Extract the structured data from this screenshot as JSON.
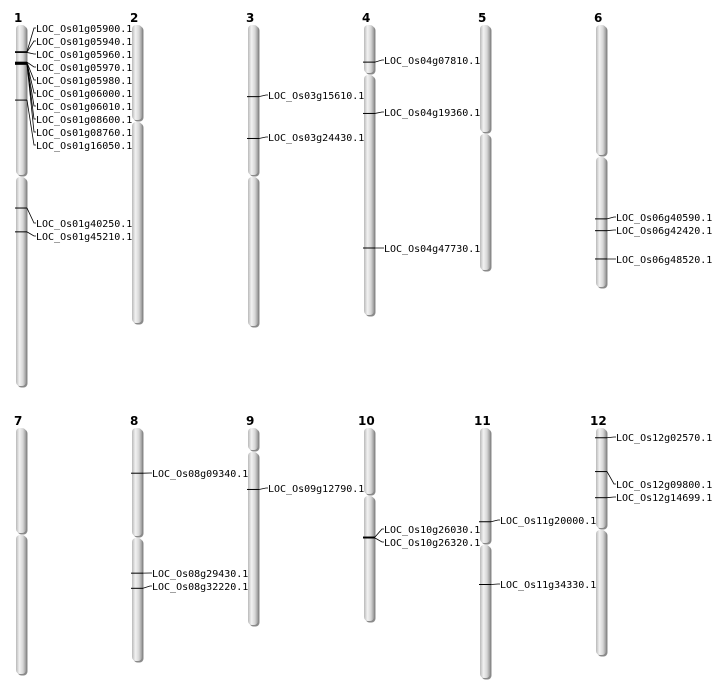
{
  "chromosomes": [
    {
      "id": "1",
      "label": "1",
      "genes": [
        {
          "name": "LOC_Os01g05900.1",
          "pos": 0.074
        },
        {
          "name": "LOC_Os01g05940.1",
          "pos": 0.075
        },
        {
          "name": "LOC_Os01g05960.1",
          "pos": 0.076
        },
        {
          "name": "LOC_Os01g05970.1",
          "pos": 0.103
        },
        {
          "name": "LOC_Os01g05980.1",
          "pos": 0.104
        },
        {
          "name": "LOC_Os01g06000.1",
          "pos": 0.105
        },
        {
          "name": "LOC_Os01g06010.1",
          "pos": 0.106
        },
        {
          "name": "LOC_Os01g08600.1",
          "pos": 0.108
        },
        {
          "name": "LOC_Os01g08760.1",
          "pos": 0.109
        },
        {
          "name": "LOC_Os01g16050.1",
          "pos": 0.208
        },
        {
          "name": "LOC_Os01g40250.1",
          "pos": 0.507
        },
        {
          "name": "LOC_Os01g45210.1",
          "pos": 0.573
        }
      ]
    },
    {
      "id": "2",
      "label": "2",
      "genes": []
    },
    {
      "id": "3",
      "label": "3",
      "genes": [
        {
          "name": "LOC_Os03g15610.1",
          "pos": 0.238
        },
        {
          "name": "LOC_Os03g24430.1",
          "pos": 0.377
        }
      ]
    },
    {
      "id": "4",
      "label": "4",
      "genes": [
        {
          "name": "LOC_Os04g07810.1",
          "pos": 0.128
        },
        {
          "name": "LOC_Os04g19360.1",
          "pos": 0.305
        },
        {
          "name": "LOC_Os04g47730.1",
          "pos": 0.769
        }
      ]
    },
    {
      "id": "5",
      "label": "5",
      "genes": []
    },
    {
      "id": "6",
      "label": "6",
      "genes": [
        {
          "name": "LOC_Os06g40590.1",
          "pos": 0.74
        },
        {
          "name": "LOC_Os06g42420.1",
          "pos": 0.785
        },
        {
          "name": "LOC_Os06g48520.1",
          "pos": 0.893
        }
      ]
    },
    {
      "id": "7",
      "label": "7",
      "genes": []
    },
    {
      "id": "8",
      "label": "8",
      "genes": [
        {
          "name": "LOC_Os08g09340.1",
          "pos": 0.194
        },
        {
          "name": "LOC_Os08g29430.1",
          "pos": 0.623
        },
        {
          "name": "LOC_Os08g32220.1",
          "pos": 0.688
        }
      ]
    },
    {
      "id": "9",
      "label": "9",
      "genes": [
        {
          "name": "LOC_Os09g12790.1",
          "pos": 0.312
        }
      ]
    },
    {
      "id": "10",
      "label": "10",
      "genes": [
        {
          "name": "LOC_Os10g26030.1",
          "pos": 0.565
        },
        {
          "name": "LOC_Os10g26320.1",
          "pos": 0.57
        }
      ]
    },
    {
      "id": "11",
      "label": "11",
      "genes": [
        {
          "name": "LOC_Os11g20000.1",
          "pos": 0.375
        },
        {
          "name": "LOC_Os11g34330.1",
          "pos": 0.626
        }
      ]
    },
    {
      "id": "12",
      "label": "12",
      "genes": [
        {
          "name": "LOC_Os12g02570.1",
          "pos": 0.043
        },
        {
          "name": "LOC_Os12g09800.1",
          "pos": 0.192
        },
        {
          "name": "LOC_Os12g14699.1",
          "pos": 0.307
        }
      ]
    }
  ],
  "colors": {
    "chromosome_fill": "#d3d3d3",
    "chromosome_highlight": "#f4f4f4",
    "chromosome_shadow": "#8a8a8a"
  }
}
